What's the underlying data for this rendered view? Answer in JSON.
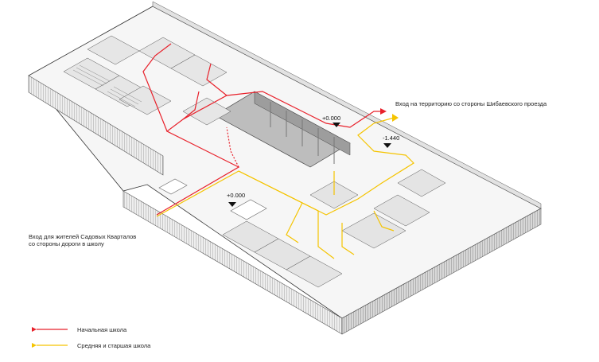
{
  "annotations": {
    "entrance_east": "Вход на территорию со стороны Шибаевского проезда",
    "entrance_west_line1": "Вход для жителей Садовых Кварталов",
    "entrance_west_line2": "со стороны дороги в школу"
  },
  "levels": {
    "upper": "+0.000",
    "lower_right": "-1.440",
    "lower_left": "+0.000"
  },
  "legend": {
    "primary": "Начальная школа",
    "secondary": "Средняя и старшая школа"
  },
  "colors": {
    "primary_route": "#e8202a",
    "secondary_route": "#f5c400",
    "walls": "#dcdcdc",
    "shadow": "#9a9a9a"
  }
}
